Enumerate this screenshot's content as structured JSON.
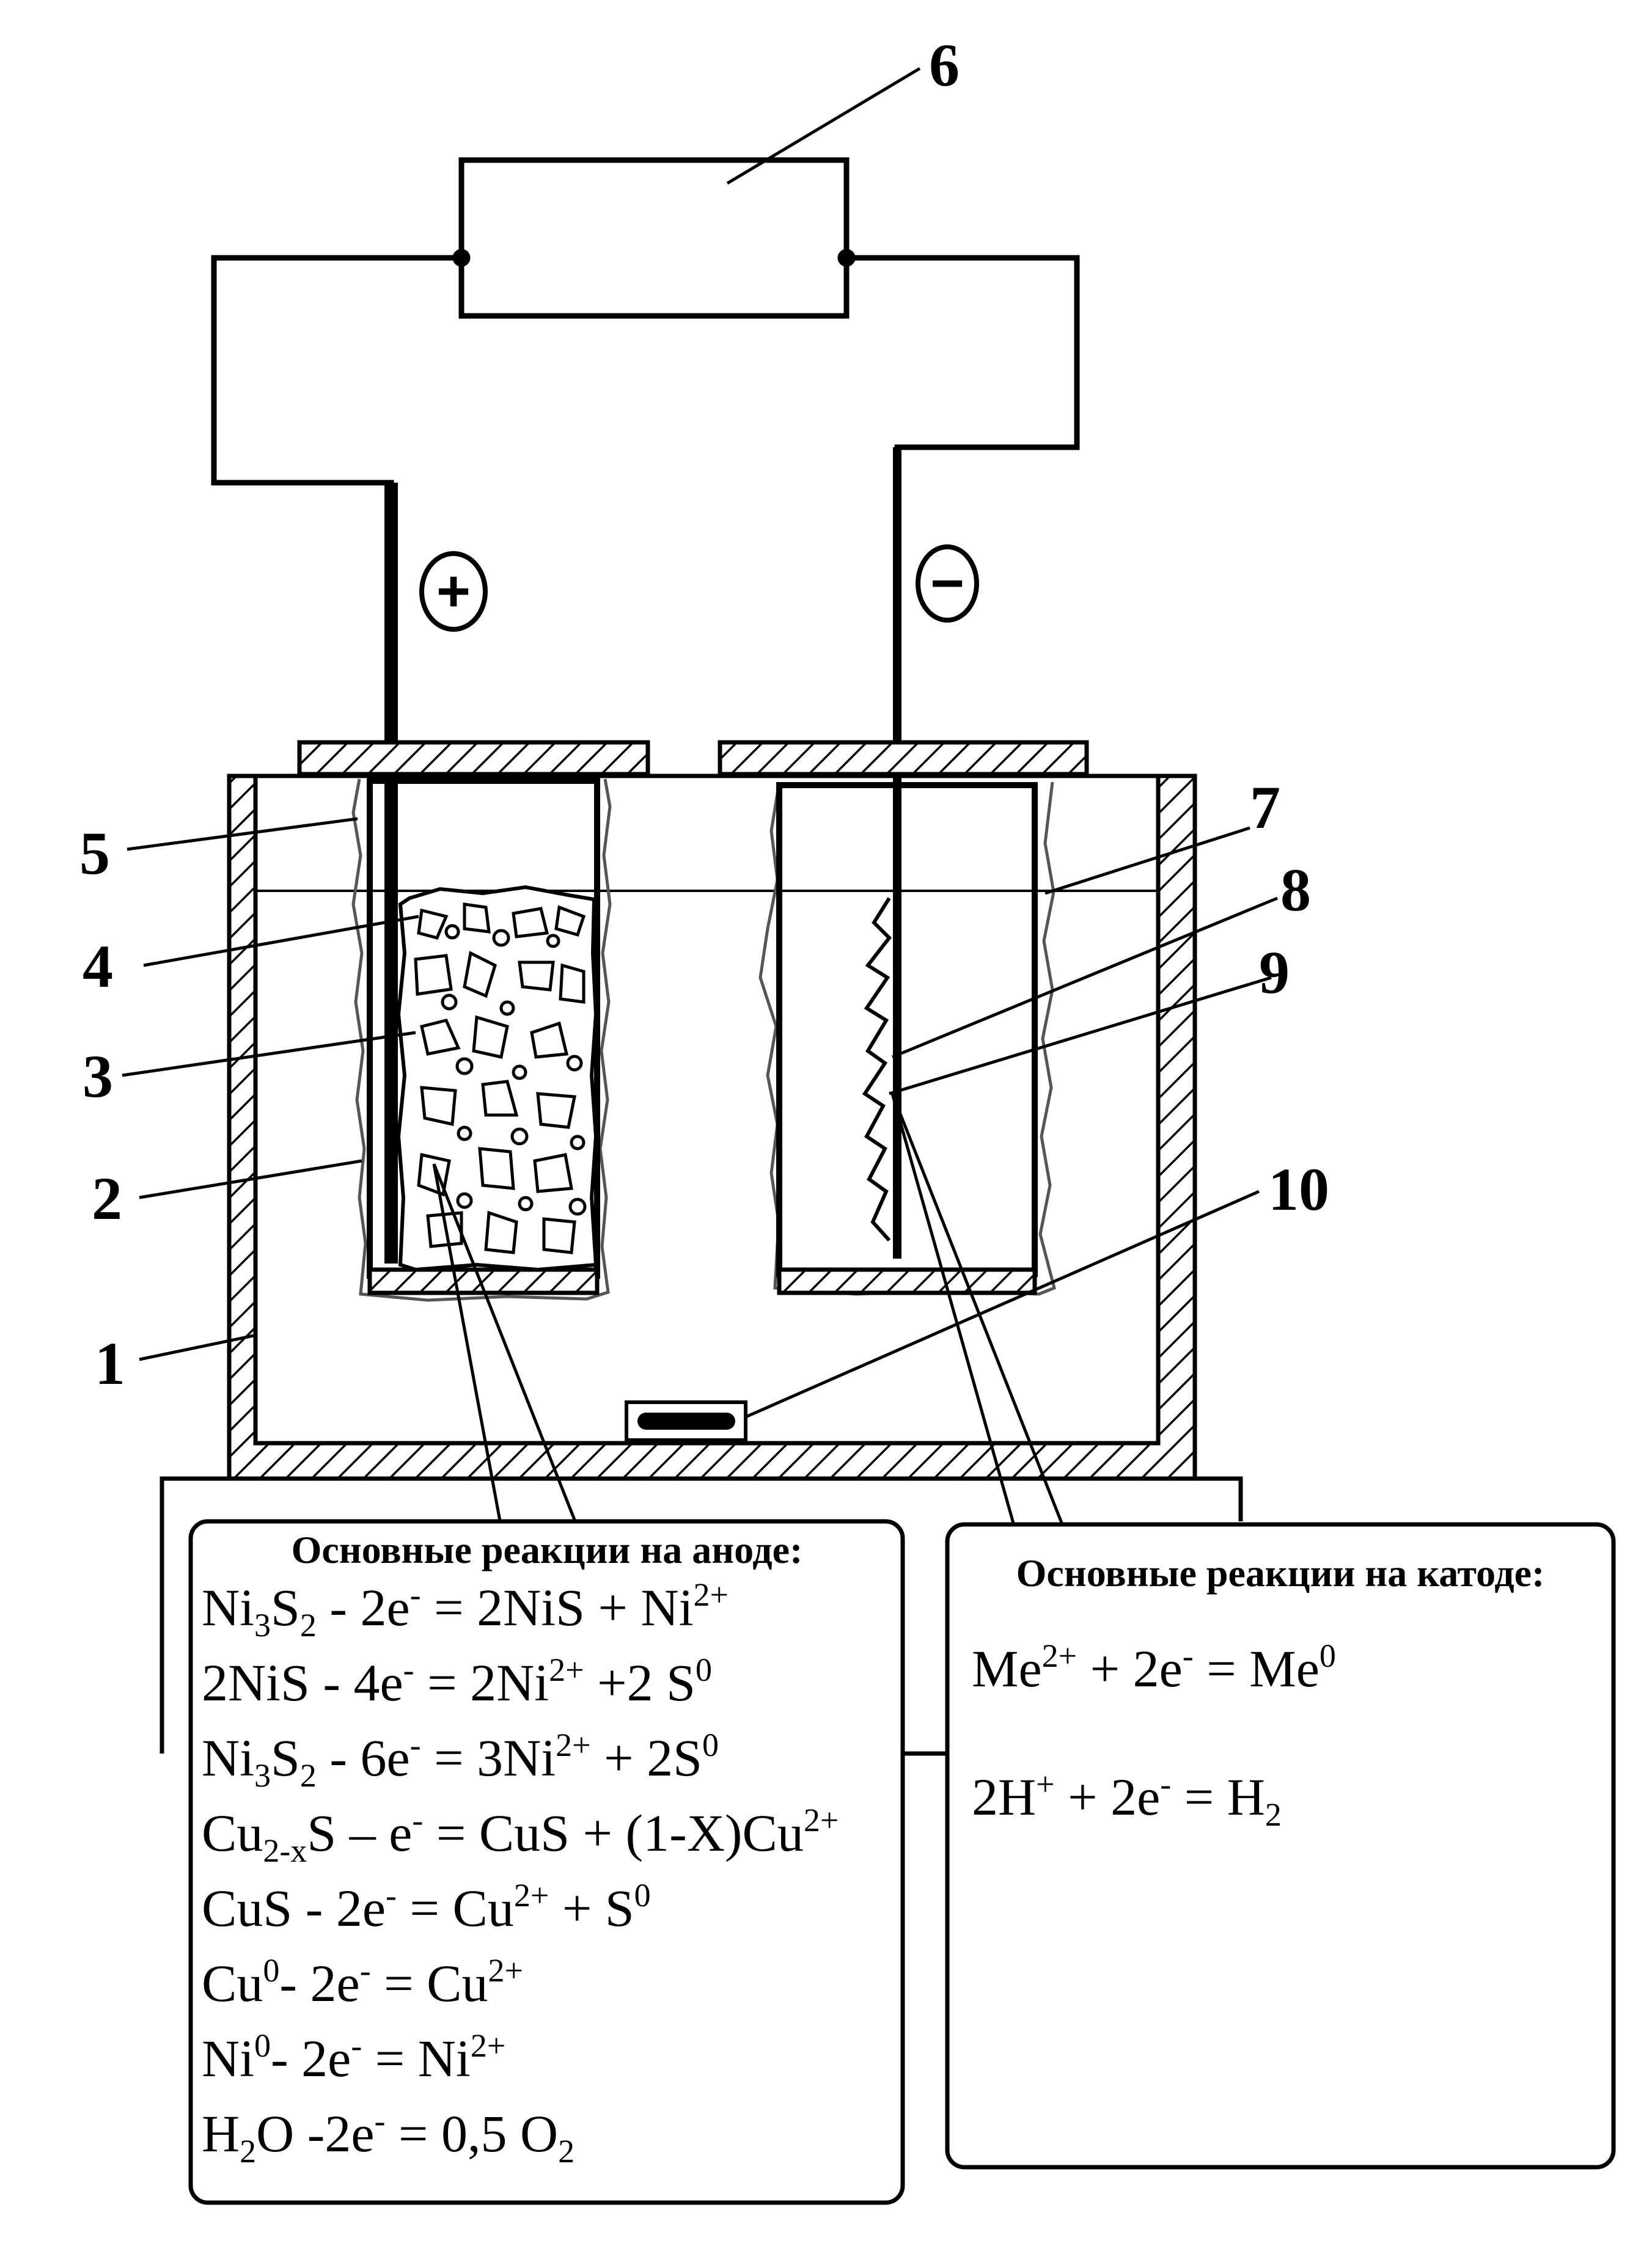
{
  "labels": {
    "n1": "1",
    "n2": "2",
    "n3": "3",
    "n4": "4",
    "n5": "5",
    "n6": "6",
    "n7": "7",
    "n8": "8",
    "n9": "9",
    "n10": "10"
  },
  "terminals": {
    "plus": "+",
    "minus": "−"
  },
  "anode_box": {
    "title": "Основные реакции на аноде:",
    "equations": [
      [
        [
          "Ni",
          ""
        ],
        [
          "3",
          "sub"
        ],
        [
          "S",
          ""
        ],
        [
          "2",
          "sub"
        ],
        [
          " - 2e",
          ""
        ],
        [
          "-",
          "sup"
        ],
        [
          " = 2NiS + Ni",
          ""
        ],
        [
          "2+",
          "sup"
        ]
      ],
      [
        [
          "2NiS - 4e",
          ""
        ],
        [
          "-",
          "sup"
        ],
        [
          " = 2Ni",
          ""
        ],
        [
          "2+",
          "sup"
        ],
        [
          " +2 S",
          ""
        ],
        [
          "0",
          "sup"
        ]
      ],
      [
        [
          "Ni",
          ""
        ],
        [
          "3",
          "sub"
        ],
        [
          "S",
          ""
        ],
        [
          "2",
          "sub"
        ],
        [
          " - 6e",
          ""
        ],
        [
          "-",
          "sup"
        ],
        [
          " = 3Ni",
          ""
        ],
        [
          "2+",
          "sup"
        ],
        [
          " + 2S",
          ""
        ],
        [
          "0",
          "sup"
        ]
      ],
      [
        [
          "Cu",
          ""
        ],
        [
          "2-x",
          "sub"
        ],
        [
          "S – e",
          ""
        ],
        [
          "-",
          "sup"
        ],
        [
          " = CuS + (1-X)Cu",
          ""
        ],
        [
          "2+",
          "sup"
        ]
      ],
      [
        [
          "CuS -  2e",
          ""
        ],
        [
          "-",
          "sup"
        ],
        [
          " = Cu",
          ""
        ],
        [
          "2+",
          "sup"
        ],
        [
          " + S",
          ""
        ],
        [
          "0",
          "sup"
        ]
      ],
      [
        [
          "Cu",
          ""
        ],
        [
          "0",
          "sup"
        ],
        [
          "-  2e",
          ""
        ],
        [
          "-",
          "sup"
        ],
        [
          " = Cu",
          ""
        ],
        [
          "2+",
          "sup"
        ]
      ],
      [
        [
          "Ni",
          ""
        ],
        [
          "0",
          "sup"
        ],
        [
          "- 2e",
          ""
        ],
        [
          "-",
          "sup"
        ],
        [
          " = Ni",
          ""
        ],
        [
          "2+",
          "sup"
        ]
      ],
      [
        [
          "H",
          ""
        ],
        [
          "2",
          "sub"
        ],
        [
          "O -2e",
          ""
        ],
        [
          "-",
          "sup"
        ],
        [
          " = 0,5 O",
          ""
        ],
        [
          "2",
          "sub"
        ]
      ]
    ]
  },
  "cathode_box": {
    "title": "Основные реакции на катоде:",
    "equations": [
      [
        [
          "Me",
          ""
        ],
        [
          "2+",
          "sup"
        ],
        [
          " + 2e",
          ""
        ],
        [
          "-",
          "sup"
        ],
        [
          " = Me",
          ""
        ],
        [
          "0",
          "sup"
        ]
      ],
      [
        [
          "2H",
          ""
        ],
        [
          "+",
          "sup"
        ],
        [
          " + 2e",
          ""
        ],
        [
          "-",
          "sup"
        ],
        [
          " = H",
          ""
        ],
        [
          "2",
          "sub"
        ]
      ]
    ]
  },
  "colors": {
    "line": "#000000",
    "background": "#ffffff",
    "hatch": "#000000"
  }
}
